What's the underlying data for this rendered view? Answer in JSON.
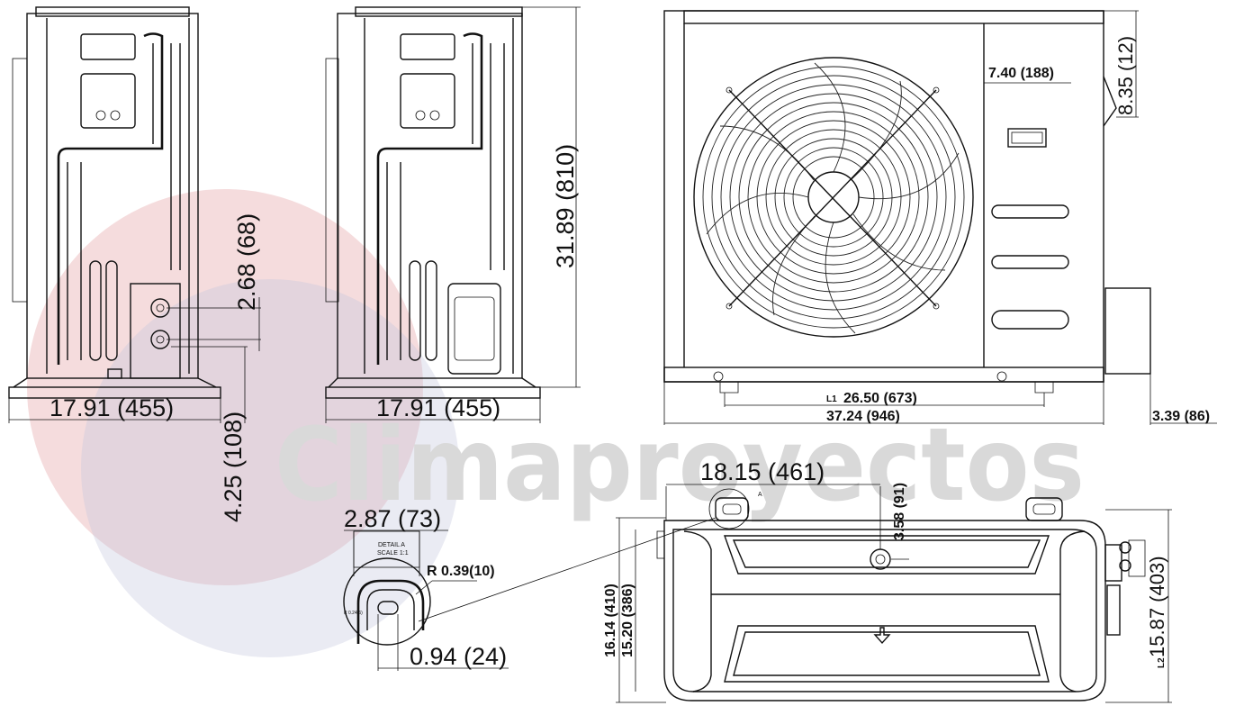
{
  "watermark": {
    "text": "Climaproyectos",
    "circle_colors": [
      "#e9b1b3",
      "#c4c7dd"
    ]
  },
  "side_view_1": {
    "width_label": "17.91 (455)",
    "pipe_spacing_label": "2.68 (68)",
    "base_offset_label": "4.25 (108)"
  },
  "side_view_2": {
    "width_label": "17.91 (455)",
    "height_label": "31.89 (810)"
  },
  "front_view": {
    "service_panel_label": "7.40 (188)",
    "top_offset_label": "8.35 (12)",
    "mount_spacing_prefix": "L1",
    "mount_spacing_label": "26.50 (673)",
    "total_width_label": "37.24 (946)",
    "base_height_label": "3.39 (86)"
  },
  "detail_a": {
    "title": "DETAIL A",
    "scale": "SCALE 1:1",
    "width_label": "2.87 (73)",
    "radius_label": "R 0.39(10)",
    "small_radius_label": "R 0.24(6)",
    "slot_label": "0.94 (24)"
  },
  "top_view": {
    "width_label": "18.15 (461)",
    "marker_label": "A",
    "offset_label": "3.58 (91)",
    "outer_depth_label": "16.14 (410)",
    "inner_depth_label": "15.20 (386)",
    "depth_prefix": "L2",
    "right_depth_label": "15.87 (403)"
  }
}
